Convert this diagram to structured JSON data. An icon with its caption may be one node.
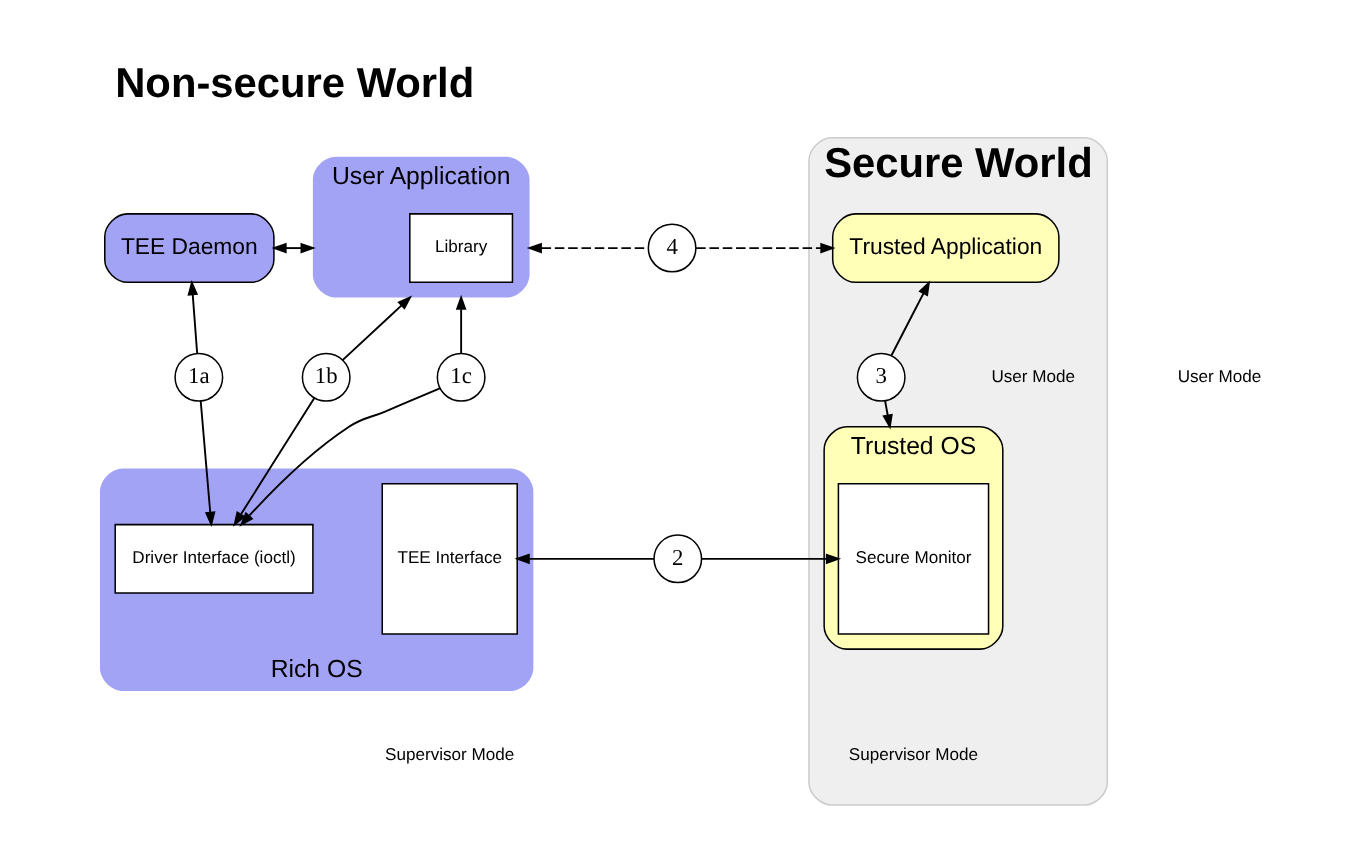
{
  "diagram": {
    "nodes": [
      {
        "text": [
          "Secure World"
        ]
      },
      {
        "text": [
          "TEE Daemon"
        ]
      },
      {
        "text": [
          "User Application"
        ]
      },
      {
        "text": [
          "Library"
        ],
        "in": 2
      },
      {
        "text": [
          "4"
        ]
      },
      {
        "text": [
          "Trusted Application"
        ],
        "in": 0
      },
      {
        "text": [
          "1a"
        ]
      },
      {
        "text": [
          "1b"
        ]
      },
      {
        "text": [
          "1c"
        ]
      },
      {
        "text": [
          "3"
        ],
        "in": 0
      },
      {
        "text": [
          "Rich OS"
        ]
      },
      {
        "text": [
          "Driver Interface (ioctl)"
        ],
        "in": 10
      },
      {
        "text": [
          "TEE Interface"
        ],
        "in": 10
      },
      {
        "text": [
          "2"
        ]
      },
      {
        "text": [
          "Trusted OS"
        ],
        "in": 0
      },
      {
        "text": [
          "Secure Monitor"
        ],
        "in": 14
      }
    ],
    "edges": [
      {
        "from": 1,
        "to": 2,
        "arrow": "both"
      },
      {
        "from": 6,
        "to": 1,
        "arrow": "to"
      },
      {
        "from": 6,
        "to": 11,
        "arrow": "to"
      },
      {
        "from": 7,
        "to": 2,
        "arrow": "to"
      },
      {
        "from": 7,
        "to": 11,
        "arrow": "to"
      },
      {
        "from": 8,
        "to": 2,
        "arrow": "to"
      },
      {
        "from": 8,
        "to": 11,
        "arrow": "to"
      },
      {
        "from": 4,
        "to": 2,
        "arrow": "to",
        "style": "dashed"
      },
      {
        "from": 4,
        "to": 5,
        "arrow": "to",
        "style": "dashed"
      },
      {
        "from": 9,
        "to": 5,
        "arrow": "to"
      },
      {
        "from": 9,
        "to": 14,
        "arrow": "to"
      },
      {
        "from": 13,
        "to": 12,
        "arrow": "to"
      },
      {
        "from": 13,
        "to": 15,
        "arrow": "to"
      }
    ],
    "labels": [
      "Non-secure World",
      "User Mode",
      "User Mode",
      "Supervisor Mode",
      "Supervisor Mode"
    ]
  }
}
